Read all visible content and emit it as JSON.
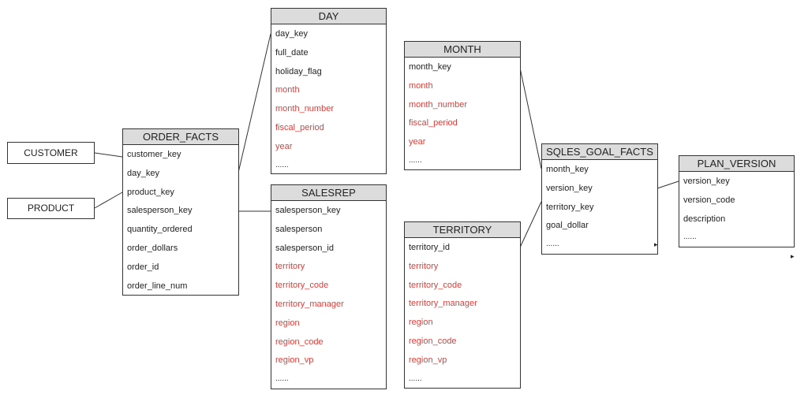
{
  "entities": {
    "customer": {
      "name": "CUSTOMER"
    },
    "product": {
      "name": "PRODUCT"
    },
    "order_facts": {
      "name": "ORDER_FACTS",
      "fields": [
        {
          "label": "customer_key",
          "denormalized": false
        },
        {
          "label": "day_key",
          "denormalized": false
        },
        {
          "label": "product_key",
          "denormalized": false
        },
        {
          "label": "salesperson_key",
          "denormalized": false
        },
        {
          "label": "quantity_ordered",
          "denormalized": false
        },
        {
          "label": "order_dollars",
          "denormalized": false
        },
        {
          "label": "order_id",
          "denormalized": false
        },
        {
          "label": "order_line_num",
          "denormalized": false
        }
      ]
    },
    "day": {
      "name": "DAY",
      "fields": [
        {
          "label": "day_key",
          "denormalized": false
        },
        {
          "label": "full_date",
          "denormalized": false
        },
        {
          "label": "holiday_flag",
          "denormalized": false
        },
        {
          "label": "month",
          "denormalized": true
        },
        {
          "label": "month_number",
          "denormalized": true
        },
        {
          "label": "fiscal_period",
          "denormalized": true
        },
        {
          "label": "year",
          "denormalized": true
        },
        {
          "label": "......",
          "denormalized": false
        }
      ]
    },
    "salesrep": {
      "name": "SALESREP",
      "fields": [
        {
          "label": "salesperson_key",
          "denormalized": false
        },
        {
          "label": "salesperson",
          "denormalized": false
        },
        {
          "label": "salesperson_id",
          "denormalized": false
        },
        {
          "label": "territory",
          "denormalized": true
        },
        {
          "label": "territory_code",
          "denormalized": true
        },
        {
          "label": "territory_manager",
          "denormalized": true
        },
        {
          "label": "region",
          "denormalized": true
        },
        {
          "label": "region_code",
          "denormalized": true
        },
        {
          "label": "region_vp",
          "denormalized": true
        },
        {
          "label": "......",
          "denormalized": false
        }
      ]
    },
    "month": {
      "name": "MONTH",
      "fields": [
        {
          "label": "month_key",
          "denormalized": false
        },
        {
          "label": "month",
          "denormalized": true
        },
        {
          "label": "month_number",
          "denormalized": true
        },
        {
          "label": "fiscal_period",
          "denormalized": true
        },
        {
          "label": "year",
          "denormalized": true
        },
        {
          "label": "......",
          "denormalized": false
        }
      ]
    },
    "territory": {
      "name": "TERRITORY",
      "fields": [
        {
          "label": "territory_id",
          "denormalized": false
        },
        {
          "label": "territory",
          "denormalized": true
        },
        {
          "label": "territory_code",
          "denormalized": true
        },
        {
          "label": "territory_manager",
          "denormalized": true
        },
        {
          "label": "region",
          "denormalized": true
        },
        {
          "label": "region_code",
          "denormalized": true
        },
        {
          "label": "region_vp",
          "denormalized": true
        },
        {
          "label": "......",
          "denormalized": false
        }
      ]
    },
    "sqles_goal_facts": {
      "name": "SQLES_GOAL_FACTS",
      "fields": [
        {
          "label": "month_key",
          "denormalized": false
        },
        {
          "label": "version_key",
          "denormalized": false
        },
        {
          "label": "territory_key",
          "denormalized": false
        },
        {
          "label": "goal_dollar",
          "denormalized": false
        },
        {
          "label": "......",
          "denormalized": false
        }
      ]
    },
    "plan_version": {
      "name": "PLAN_VERSION",
      "fields": [
        {
          "label": "version_key",
          "denormalized": false
        },
        {
          "label": "version_code",
          "denormalized": false
        },
        {
          "label": "description",
          "denormalized": false
        },
        {
          "label": "......",
          "denormalized": false
        }
      ]
    }
  },
  "colors": {
    "header_fill": "#dcdcdc",
    "border": "#333333",
    "denormalized_text": "#d9413c",
    "normal_text": "#222222"
  }
}
